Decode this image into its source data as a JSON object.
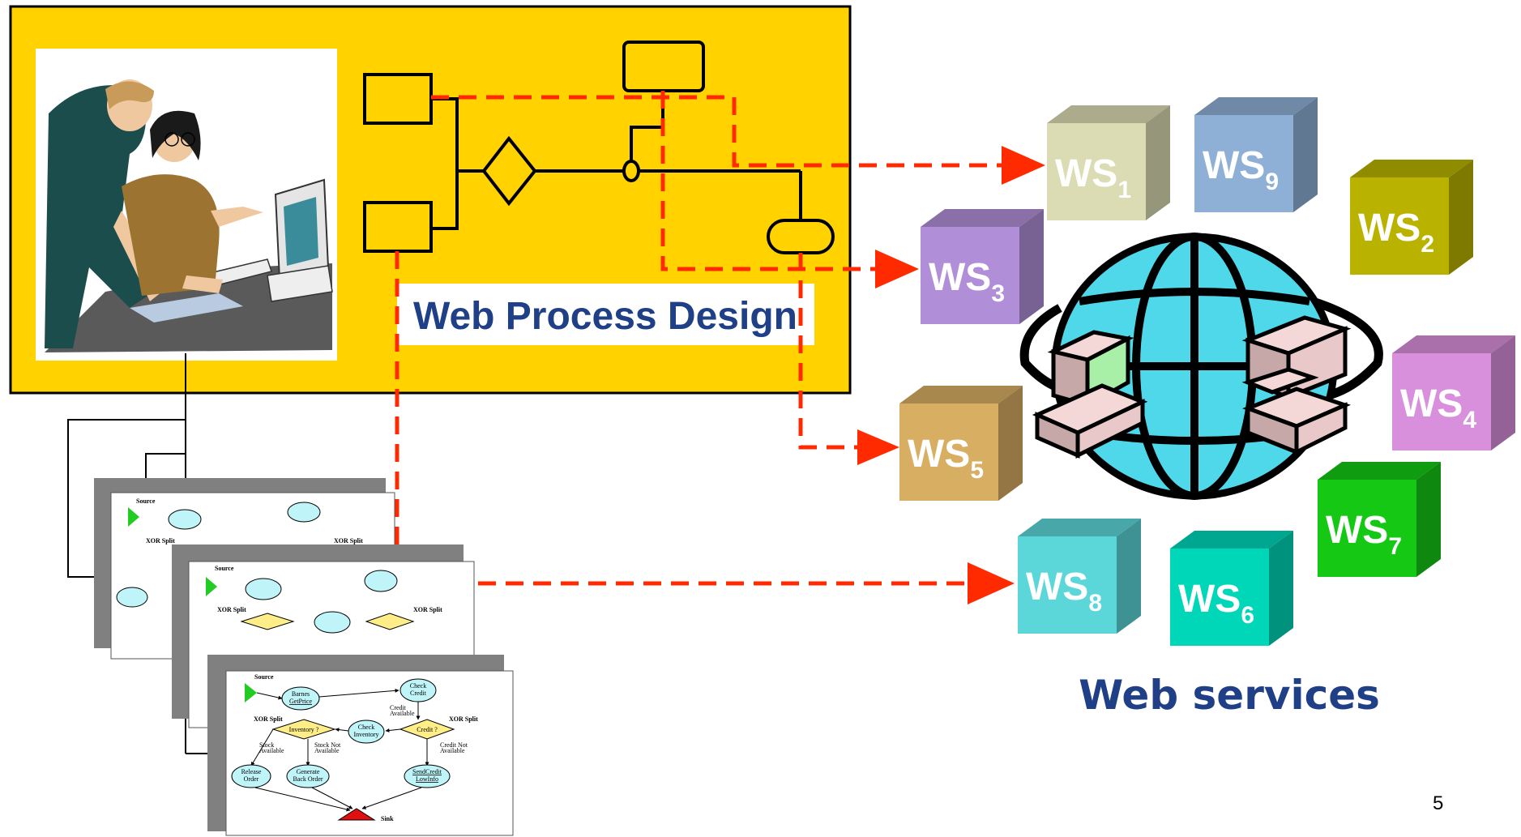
{
  "title": "Web Process Design",
  "services_label": "Web services",
  "page_number": "5",
  "web_services": [
    {
      "id": "ws1",
      "base": "WS",
      "sub": "1",
      "color": "#dcdcb4"
    },
    {
      "id": "ws9",
      "base": "WS",
      "sub": "9",
      "color": "#8fb0d6"
    },
    {
      "id": "ws2",
      "base": "WS",
      "sub": "2",
      "color": "#b9b300"
    },
    {
      "id": "ws3",
      "base": "WS",
      "sub": "3",
      "color": "#b18ed8"
    },
    {
      "id": "ws4",
      "base": "WS",
      "sub": "4",
      "color": "#d990dc"
    },
    {
      "id": "ws5",
      "base": "WS",
      "sub": "5",
      "color": "#d8ae62"
    },
    {
      "id": "ws7",
      "base": "WS",
      "sub": "7",
      "color": "#14c814"
    },
    {
      "id": "ws8",
      "base": "WS",
      "sub": "8",
      "color": "#5cd7d9"
    },
    {
      "id": "ws6",
      "base": "WS",
      "sub": "6",
      "color": "#00d6b8"
    }
  ],
  "flow": {
    "source": "Source",
    "barnes": "Barnes\nGetPrice",
    "check_credit": "Check\nCredit",
    "credit_available": "Credit\nAvailable",
    "xor_split": "XOR Split",
    "inventory": "Inventory ?",
    "check_inventory": "Check\nInventory",
    "credit_q": "Credit ?",
    "stock_available": "Stock\nAvailable",
    "stock_not_available": "Stock Not\nAvailable",
    "credit_not_available": "Credit Not\nAvailable",
    "release_order": "Release\nOrder",
    "back_order": "Generate\nBack Order",
    "send_credit": "SendCredit\nLowInfo",
    "sink": "Sink"
  },
  "colors": {
    "yellow_panel": "#ffd200",
    "dashed_arrow": "#ff2a00",
    "label_blue": "#1f3f86",
    "globe": "#4fd8ea"
  }
}
